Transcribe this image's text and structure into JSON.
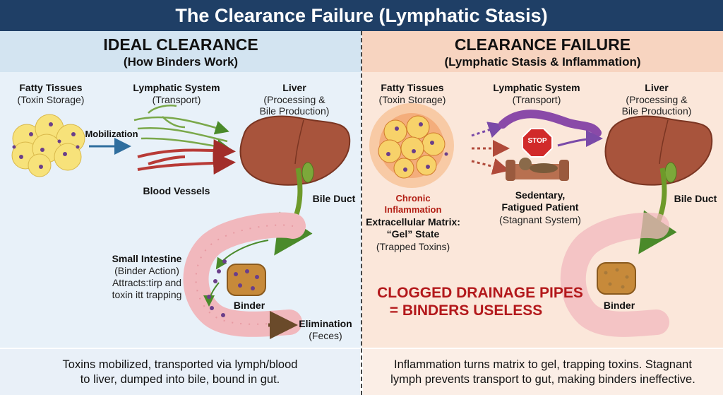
{
  "title": "The Clearance Failure (Lymphatic Stasis)",
  "ideal": {
    "title": "IDEAL CLEARANCE",
    "subtitle": "(How Binders Work)",
    "fatty_title": "Fatty Tissues",
    "fatty_sub": "(Toxin Storage)",
    "mobilization": "Mobilization",
    "lymph_title": "Lymphatic System",
    "lymph_sub": "(Transport)",
    "blood": "Blood Vessels",
    "liver_title": "Liver",
    "liver_sub1": "(Processing &",
    "liver_sub2": "Bile Production)",
    "bile_duct": "Bile Duct",
    "si_title": "Small Intestine",
    "si_sub": "(Binder Action)",
    "si_line1": "Attracts:tirp and",
    "si_line2": "toxin itt trapping",
    "binder": "Binder",
    "elim_title": "Elimination",
    "elim_sub": "(Feces)",
    "footer_line1": "Toxins mobilized, transported via lymph/blood",
    "footer_line2": "to liver, dumped into bile, bound in gut."
  },
  "failure": {
    "title": "CLEARANCE FAILURE",
    "subtitle": "(Lymphatic Stasis & Inflammation)",
    "fatty_title": "Fatty Tissues",
    "fatty_sub": "(Toxin Storage)",
    "lymph_title": "Lymphatic System",
    "lymph_sub": "(Transport)",
    "stop": "STOP",
    "liver_title": "Liver",
    "liver_sub1": "(Processing &",
    "liver_sub2": "Bile Production)",
    "chronic1": "Chronic",
    "chronic2": "Inflammation",
    "ecm1": "Extracellular Matrix:",
    "ecm2": "“Gel” State",
    "ecm_sub": "(Trapped Toxins)",
    "patient1": "Sedentary,",
    "patient2": "Fatigued Patient",
    "patient_sub": "(Stagnant System)",
    "bile_duct": "Bile Duct",
    "warning1": "CLOGGED DRAINAGE PIPES",
    "warning2": "= BINDERS USELESS",
    "binder": "Binder",
    "footer_line1": "Inflammation turns matrix to gel, trapping toxins. Stagnant",
    "footer_line2": "lymph prevents transport to gut, making binders ineffective."
  },
  "colors": {
    "banner": "#1f3f66",
    "left_panel": "#e8f1f9",
    "right_panel": "#fbe7da",
    "liver": "#a8543c",
    "intestine": "#f1b8bd",
    "bile": "#6e9a2a",
    "lymph": "#7aa84a",
    "blood": "#b83a36",
    "warning": "#b3181b"
  }
}
